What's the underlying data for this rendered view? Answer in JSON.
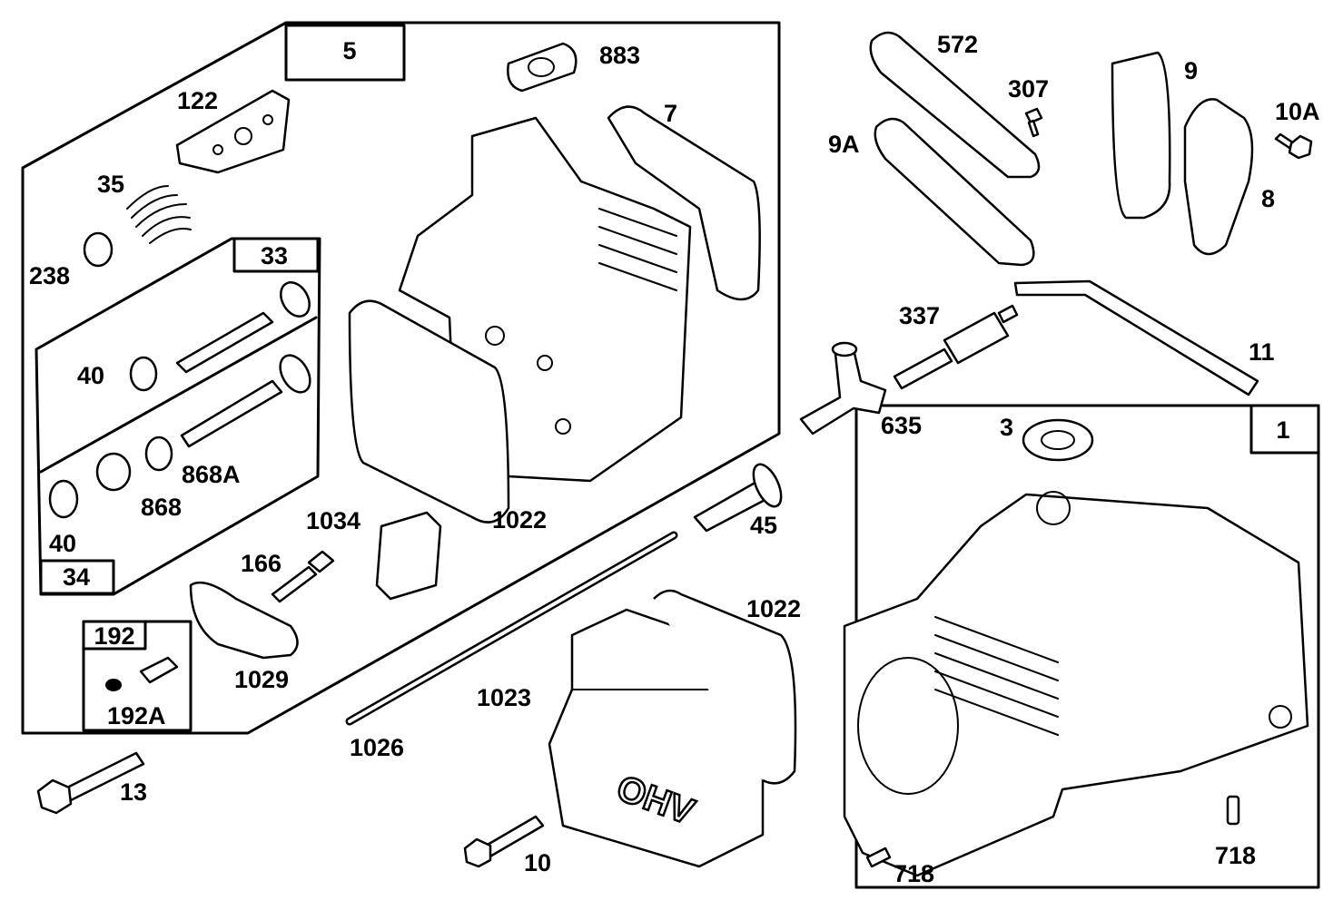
{
  "diagram": {
    "group_boxes": {
      "group_5": "5",
      "group_33": "33",
      "group_34": "34",
      "group_192": "192",
      "group_1": "1"
    },
    "labels": {
      "p883": "883",
      "p122": "122",
      "p7": "7",
      "p35": "35",
      "p238": "238",
      "p40a": "40",
      "p868A": "868A",
      "p868": "868",
      "p40b": "40",
      "p1022a": "1022",
      "p1034": "1034",
      "p166": "166",
      "p192A": "192A",
      "p1029": "1029",
      "p13": "13",
      "p1026": "1026",
      "p1023": "1023",
      "p1022b": "1022",
      "p10": "10",
      "p45": "45",
      "p572": "572",
      "p307": "307",
      "p9A": "9A",
      "p9": "9",
      "p10A": "10A",
      "p8": "8",
      "p337": "337",
      "p11": "11",
      "p635": "635",
      "p3": "3",
      "p718a": "718",
      "p718b": "718"
    },
    "cover_text": "OHV"
  }
}
